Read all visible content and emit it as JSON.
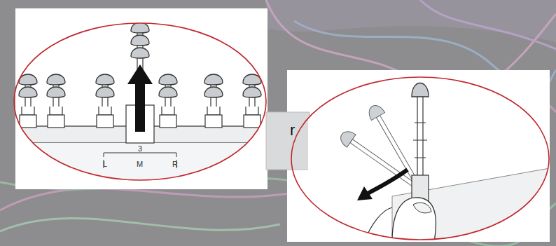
{
  "diagram": {
    "labels": [
      "3",
      "L",
      "M",
      "R",
      "r"
    ]
  }
}
